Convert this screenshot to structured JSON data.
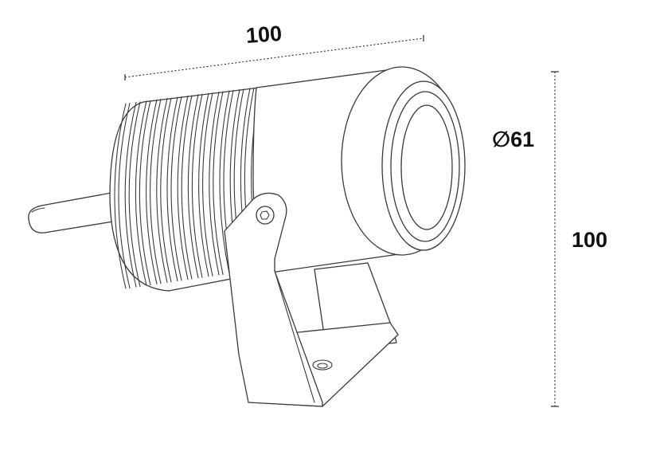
{
  "dimensions": {
    "width_label": "100",
    "diameter_label": "∅61",
    "height_label": "100"
  },
  "colors": {
    "line": "#3a3a3a",
    "text": "#111111",
    "background": "#ffffff"
  }
}
